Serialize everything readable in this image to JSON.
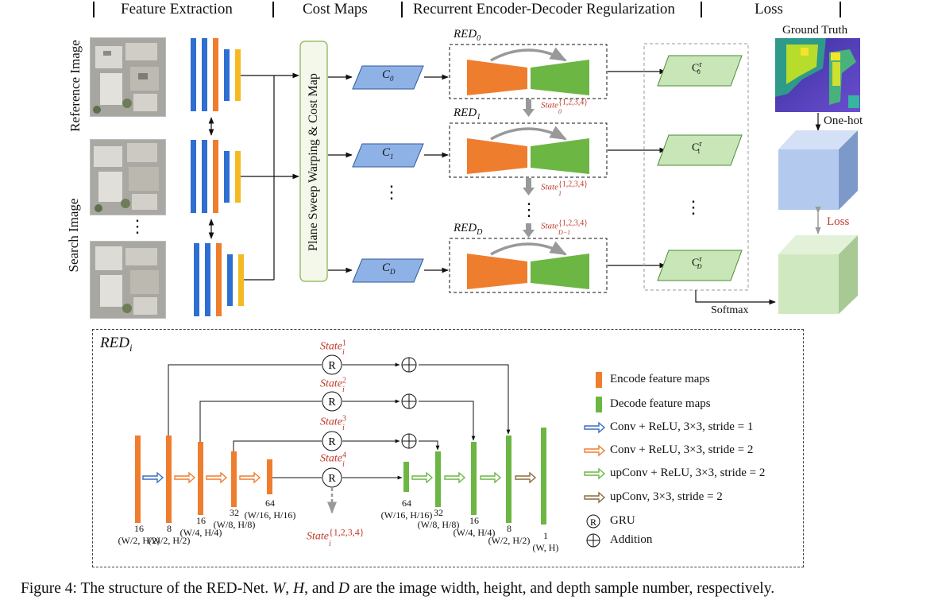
{
  "headers": {
    "feature_extraction": "Feature Extraction",
    "cost_maps": "Cost Maps",
    "regularization": "Recurrent Encoder-Decoder Regularization",
    "loss": "Loss"
  },
  "side_labels": {
    "reference": "Reference Image",
    "search": "Search Image"
  },
  "plane_sweep": "Plane Sweep Warping & Cost Map",
  "cost_labels": {
    "c0_base": "C",
    "c0_sub": "0",
    "c1_sub": "1",
    "cd_sub": "D"
  },
  "red_labels": {
    "base": "RED",
    "sub0": "0",
    "sub1": "1",
    "subd": "D"
  },
  "state_labels": {
    "base": "State",
    "sup": "{1,2,3,4}",
    "sub0": "0",
    "sub1": "1",
    "subd": "D−1"
  },
  "reg_labels": {
    "base": "C",
    "sup": "r",
    "sub0": "0",
    "sub1": "1",
    "subd": "D"
  },
  "right": {
    "ground_truth": "Ground Truth",
    "one_hot": "One-hot",
    "loss": "Loss",
    "softmax": "Softmax"
  },
  "ellipsis": "⋮",
  "detail": {
    "title_base": "RED",
    "title_sub": "i",
    "state_base": "State",
    "state_sub": "i",
    "state_sups": [
      "1",
      "2",
      "3",
      "4"
    ],
    "state_bottom_sup": "{1,2,3,4}",
    "gru_symbol": "R",
    "add_symbol": "⊕",
    "encoder_dims": [
      {
        "ch": "16",
        "size": "(W/2, H/2)"
      },
      {
        "ch": "8",
        "size": "(W/2, H/2)"
      },
      {
        "ch": "16",
        "size": "(W/4, H/4)"
      },
      {
        "ch": "32",
        "size": "(W/8, H/8)"
      },
      {
        "ch": "64",
        "size": "(W/16, H/16)"
      }
    ],
    "decoder_dims": [
      {
        "ch": "64",
        "size": "(W/16, H/16)"
      },
      {
        "ch": "32",
        "size": "(W/8, H/8)"
      },
      {
        "ch": "16",
        "size": "(W/4, H/4)"
      },
      {
        "ch": "8",
        "size": "(W/2, H/2)"
      },
      {
        "ch": "1",
        "size": "(W, H)"
      }
    ]
  },
  "legend": {
    "encode": "Encode feature maps",
    "decode": "Decode feature maps",
    "conv1": "Conv + ReLU, 3×3, stride = 1",
    "conv2": "Conv + ReLU, 3×3, stride = 2",
    "upconv_relu": "upConv + ReLU, 3×3, stride = 2",
    "upconv": "upConv, 3×3, stride = 2",
    "gru": "GRU",
    "addition": "Addition"
  },
  "colors": {
    "encode": "#ef7d2e",
    "decode": "#6cb644",
    "feature_blue": "#2e6fd1",
    "feature_orange": "#ef7d2e",
    "feature_yellow": "#f5b922",
    "cost_map": "#8fb2e6",
    "reg_map": "#c8e6b8",
    "state_red": "#c0392b",
    "arrow_blue": "#3a6dbf",
    "arrow_orange": "#ef7d2e",
    "arrow_green": "#6cb644",
    "arrow_brown": "#8a6a3c"
  },
  "caption": {
    "prefix": "Figure 4: The structure of the RED-Net. ",
    "w": "W",
    "comma1": ", ",
    "h": "H",
    "and": ", and ",
    "d": "D",
    "suffix": " are the image width, height, and depth sample number, respectively."
  }
}
